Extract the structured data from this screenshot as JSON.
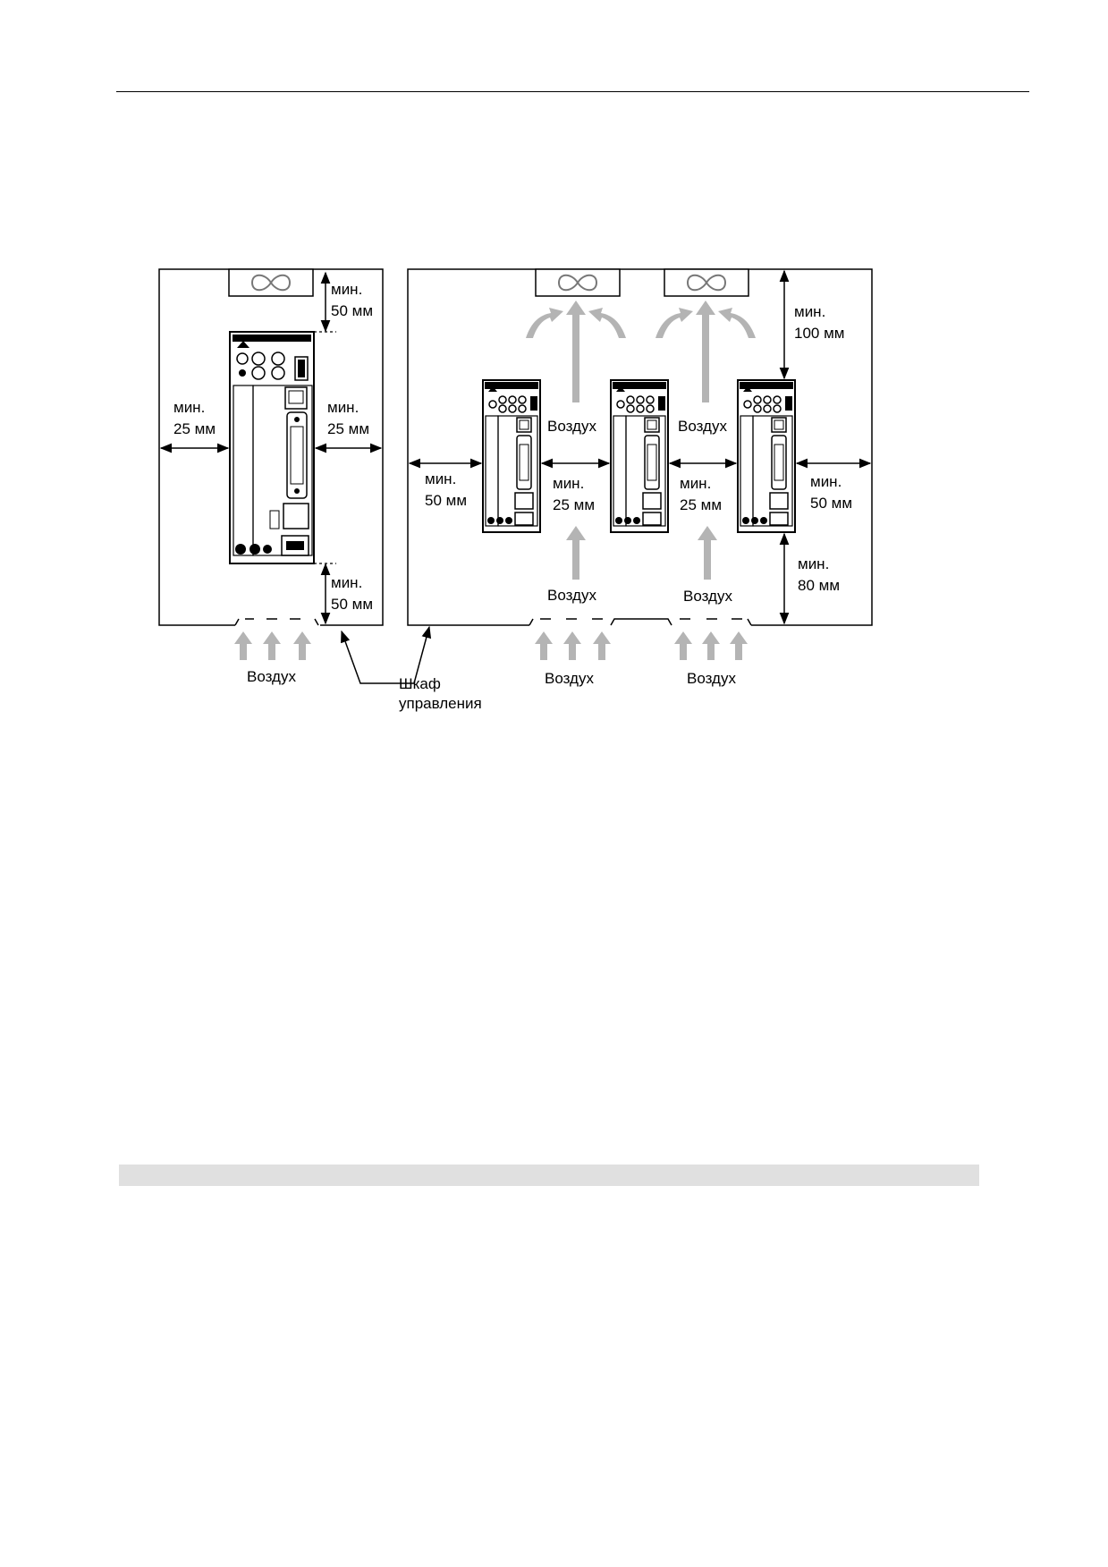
{
  "left_panel": {
    "top_gap": [
      "мин.",
      "50 мм"
    ],
    "left_gap": [
      "мин.",
      "25 мм"
    ],
    "right_gap": [
      "мин.",
      "25 мм"
    ],
    "bottom_gap": [
      "мин.",
      "50 мм"
    ],
    "air_label": "Воздух"
  },
  "cabinet_label": [
    "Шкаф",
    "управления"
  ],
  "right_panel": {
    "top_gap": [
      "мин.",
      "100 мм"
    ],
    "left_gap": [
      "мин.",
      "50 мм"
    ],
    "between_gap_1": [
      "мин.",
      "25 мм"
    ],
    "between_gap_2": [
      "мин.",
      "25 мм"
    ],
    "right_gap": [
      "мин.",
      "50 мм"
    ],
    "bottom_gap": [
      "мин.",
      "80 мм"
    ],
    "air_up_1": "Воздух",
    "air_up_2": "Воздух",
    "air_in_1": "Воздух",
    "air_in_2": "Воздух",
    "air_bottom_1": "Воздух",
    "air_bottom_2": "Воздух"
  },
  "colors": {
    "line": "#000000",
    "air_arrow": "#b4b4b4",
    "footer_bar": "#e0e0e0"
  },
  "icons": {
    "fan": "fan-infinity-icon",
    "drive": "servo-drive-icon"
  }
}
